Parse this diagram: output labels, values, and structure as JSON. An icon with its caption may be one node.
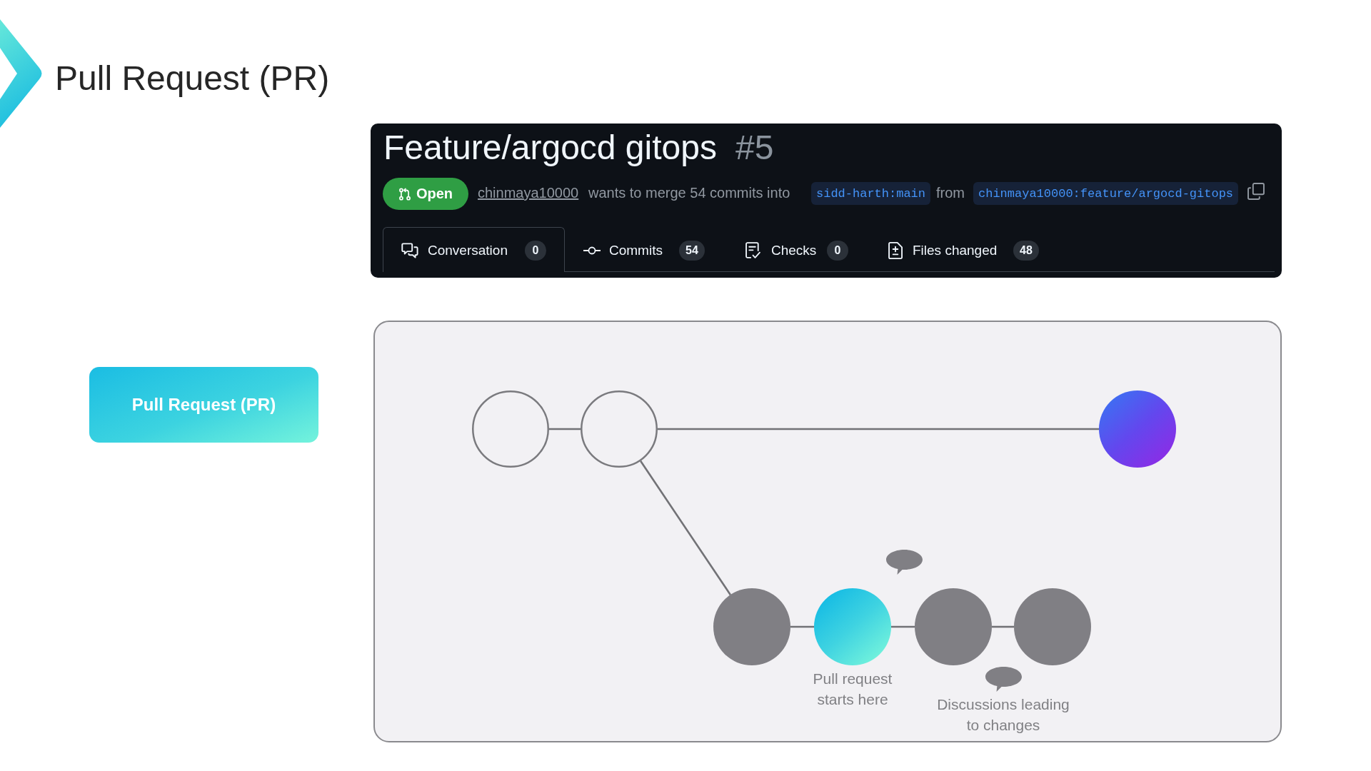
{
  "diagram": {
    "title": "Pull Request (PR)",
    "nodes": [
      {
        "text": [
          "Feature/argocd gitops",
          "#5",
          "chinmaya10000",
          "wants to merge 54 commits into",
          "from",
          "Commits",
          "Checks",
          "Files changed"
        ]
      },
      {
        "text": [
          "Open"
        ],
        "in": 0
      },
      {
        "text": [
          "sidd-harth:main"
        ],
        "in": 0
      },
      {
        "text": [
          "chinmaya10000:feature/argocd-gitops"
        ],
        "in": 0
      },
      {
        "text": [
          "Conversation"
        ],
        "in": 0
      },
      {
        "text": [
          "0"
        ],
        "in": 4
      },
      {
        "text": [
          "54"
        ],
        "in": 0
      },
      {
        "text": [
          "0"
        ],
        "in": 0
      },
      {
        "text": [
          "48"
        ],
        "in": 0
      },
      {
        "text": [
          "Pull Request (PR)"
        ]
      },
      {
        "text": [],
        "shape": "box"
      },
      {
        "text": [],
        "shape": "circle",
        "in": 10
      },
      {
        "text": [],
        "shape": "circle",
        "in": 10
      },
      {
        "text": [],
        "shape": "circle",
        "in": 10
      },
      {
        "text": [],
        "shape": "circle",
        "in": 10
      },
      {
        "text": [],
        "shape": "circle",
        "in": 10,
        "beside": [
          "Pull request starts here"
        ]
      },
      {
        "text": [],
        "shape": "circle",
        "in": 10
      },
      {
        "text": [],
        "shape": "circle",
        "in": 10
      }
    ],
    "edges": [
      {
        "from": 11,
        "to": 12,
        "arrow": "none"
      },
      {
        "from": 12,
        "to": 13,
        "arrow": "none"
      },
      {
        "from": 12,
        "to": 14,
        "arrow": "none"
      },
      {
        "from": 14,
        "to": 15,
        "arrow": "none"
      },
      {
        "from": 15,
        "to": 16,
        "arrow": "none"
      },
      {
        "from": 16,
        "to": 17,
        "arrow": "none"
      }
    ],
    "labels": [
      "Discussions leading to changes"
    ]
  }
}
